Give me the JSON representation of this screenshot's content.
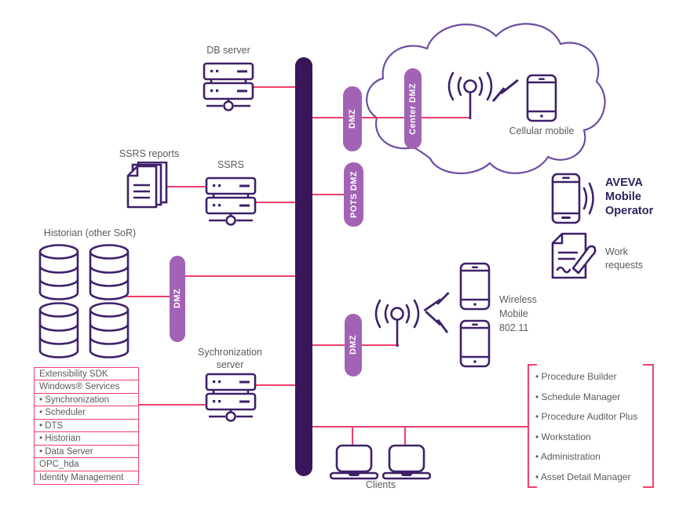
{
  "colors": {
    "accent_pink": "#f23f6c",
    "pill_purple": "#a263b5",
    "bus_purple": "#371759",
    "icon_purple": "#3e2169",
    "cloud_purple": "#6e4da1",
    "text_gray": "#5a5b5f",
    "brand_dark": "#2f215f"
  },
  "nodes": {
    "db_server": {
      "label": "DB server"
    },
    "ssrs_reports": {
      "label": "SSRS reports"
    },
    "ssrs": {
      "label": "SSRS"
    },
    "historian": {
      "label": "Historian (other SoR)"
    },
    "sync_server": {
      "line1": "Sychronization",
      "line2": "server"
    },
    "cellular_mobile": {
      "label": "Cellular mobile"
    },
    "aveva_mobile_operator": {
      "line1": "AVEVA",
      "line2": "Mobile",
      "line3": "Operator"
    },
    "work_requests": {
      "line1": "Work",
      "line2": "requests"
    },
    "wireless_mobile": {
      "line1": "Wireless",
      "line2": "Mobile",
      "line3": "802.11"
    },
    "clients": {
      "label": "Clients"
    }
  },
  "dmz": {
    "top": "DMZ",
    "center": "Center DMZ",
    "pots": "POTS DMZ",
    "historian": "DMZ",
    "wireless": "DMZ"
  },
  "left_list": {
    "items": [
      "Extensibility SDK",
      "Windows® Services",
      "• Synchronization",
      "• Scheduler",
      "• DTS",
      "• Historian",
      "• Data Server",
      "OPC_hda",
      "Identity Management"
    ]
  },
  "right_list": {
    "items": [
      "• Procedure Builder",
      "• Schedule Manager",
      "• Procedure Auditor Plus",
      "• Workstation",
      "• Administration",
      "• Asset Detail Manager"
    ]
  }
}
